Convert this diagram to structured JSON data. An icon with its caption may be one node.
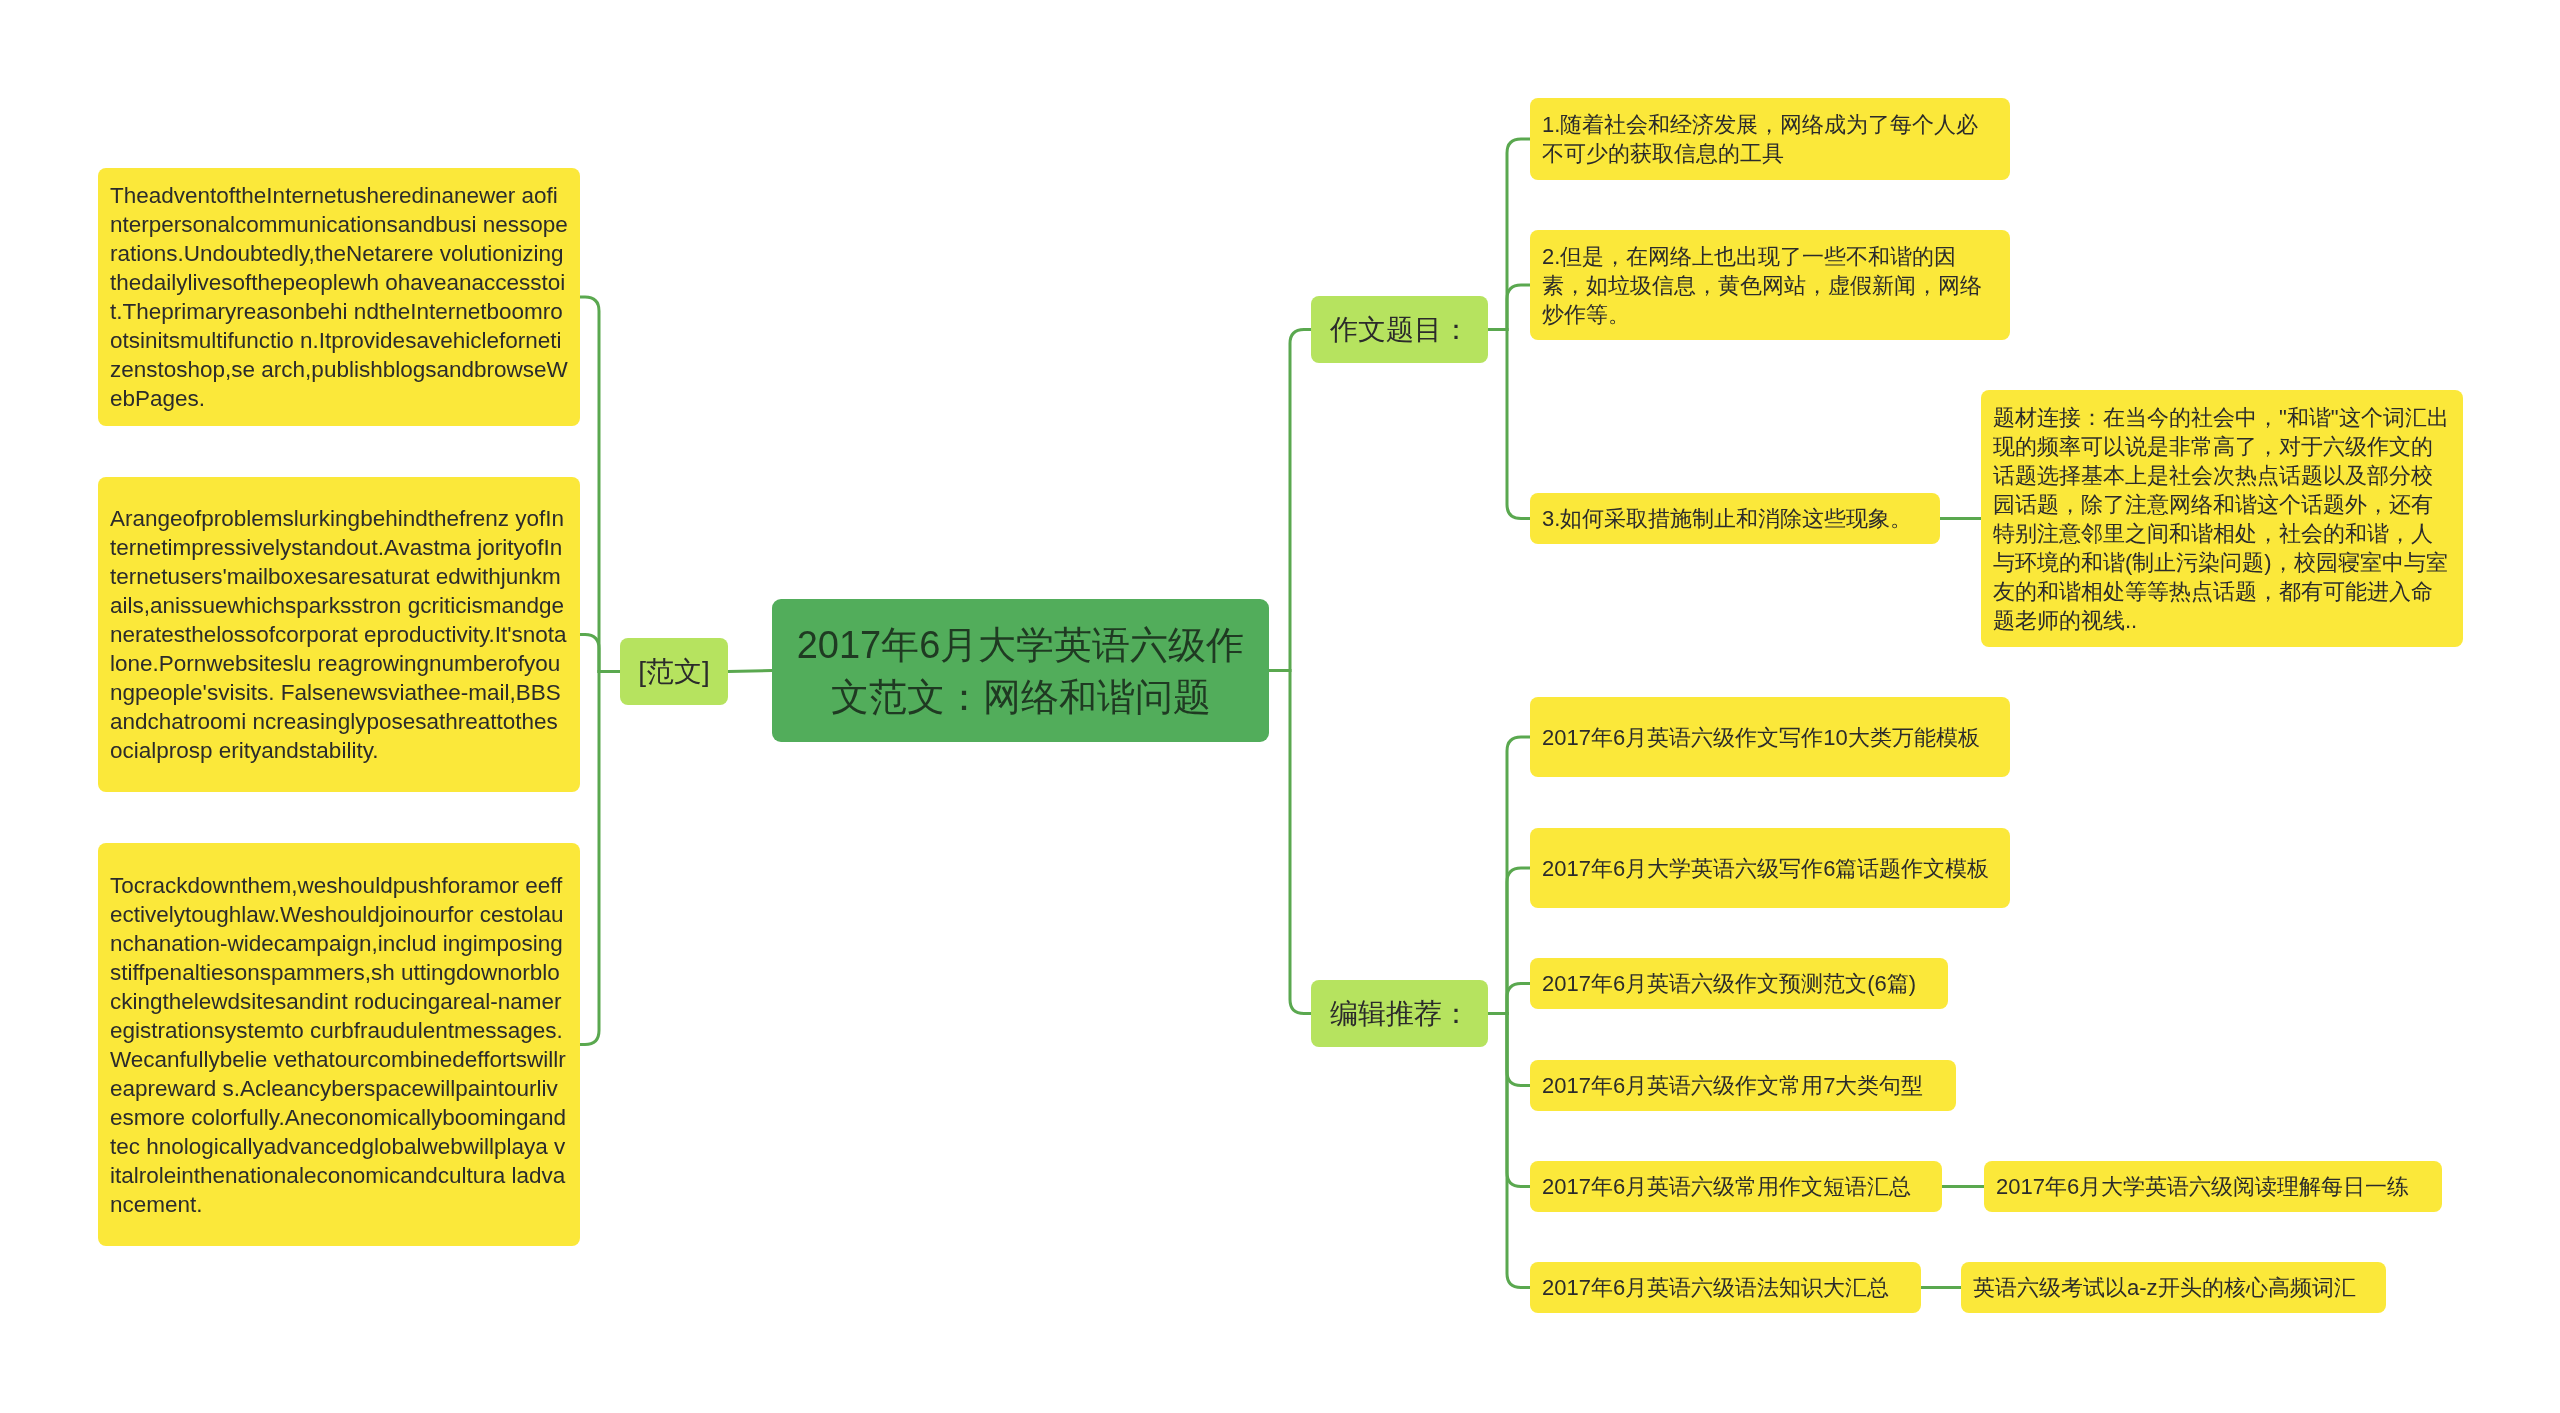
{
  "diagram": {
    "nodes": [
      {
        "text": [
          "2017年6月大学英语六级作文范文：网络和谐问题"
        ]
      },
      {
        "text": [
          "[范文]"
        ]
      },
      {
        "text": [
          "TheadventoftheInternetusheredinanewer aofinterpersonalcommunicationsandbusi nessoperations.Undoubtedly,theNetarere volutionizingthedailylivesofthepeoplewh ohaveanaccesstoit.Theprimaryreasonbehi ndtheInternetboomrootsinitsmultifunctio n.Itprovidesavehiclefornetizenstoshop,se arch,publishblogsandbrowseWebPages."
        ]
      },
      {
        "text": [
          "Arangeofproblemslurkingbehindthefrenz yofInternetimpressivelystandout.Avastma jorityofInternetusers'mailboxesaresaturat edwithjunkmails,anissuewhichsparksstron gcriticismandgeneratesthelossofcorporat eproductivity.It'snotalone.Pornwebsiteslu reagrowingnumberofyoungpeople'svisits. Falsenewsviathee-mail,BBSandchatroomi ncreasinglyposesathreattothesocialprosp erityandstability."
        ]
      },
      {
        "text": [
          "Tocrackdownthem,weshouldpushforamor eeffectivelytoughlaw.Weshouldjoinourfor cestolaunchanation-widecampaign,includ ingimposingstiffpenaltiesonspammers,sh uttingdownorblockingthelewdsitesandint roducingareal-nameregistrationsystemto curbfraudulentmessages.Wecanfullybelie vethatourcombinedeffortswillreapreward s.Acleancyberspacewillpaintourlivesmore colorfully.Aneconomicallyboomingandtec hnologicallyadvancedglobalwebwillplaya vitalroleinthenationaleconomicandcultura ladvancement."
        ]
      },
      {
        "text": [
          "作文题目："
        ]
      },
      {
        "text": [
          "1.随着社会和经济发展，网络成为了每个人必不可少的获取信息的工具"
        ]
      },
      {
        "text": [
          "2.但是，在网络上也出现了一些不和谐的因素，如垃圾信息，黄色网站，虚假新闻，网络炒作等。"
        ]
      },
      {
        "text": [
          "3.如何采取措施制止和消除这些现象。"
        ]
      },
      {
        "text": [
          "题材连接：在当今的社会中，\"和谐\"这个词汇出现的频率可以说是非常高了，对于六级作文的话题选择基本上是社会次热点话题以及部分校园话题，除了注意网络和谐这个话题外，还有特别注意邻里之间和谐相处，社会的和谐，人与环境的和谐(制止污染问题)，校园寝室中与室友的和谐相处等等热点话题，都有可能进入命题老师的视线.."
        ]
      },
      {
        "text": [
          "编辑推荐："
        ]
      },
      {
        "text": [
          "2017年6月英语六级作文写作10大类万能模板"
        ]
      },
      {
        "text": [
          "2017年6月大学英语六级写作6篇话题作文模板"
        ]
      },
      {
        "text": [
          "2017年6月英语六级作文预测范文(6篇)"
        ]
      },
      {
        "text": [
          "2017年6月英语六级作文常用7大类句型"
        ]
      },
      {
        "text": [
          "2017年6月英语六级常用作文短语汇总"
        ]
      },
      {
        "text": [
          "2017年6月大学英语六级阅读理解每日一练"
        ]
      },
      {
        "text": [
          "2017年6月英语六级语法知识大汇总"
        ]
      },
      {
        "text": [
          "英语六级考试以a-z开头的核心高频词汇"
        ]
      }
    ],
    "edges": [
      {
        "from": 0,
        "to": 1,
        "arrow": "none"
      },
      {
        "from": 1,
        "to": 2,
        "arrow": "none"
      },
      {
        "from": 1,
        "to": 3,
        "arrow": "none"
      },
      {
        "from": 1,
        "to": 4,
        "arrow": "none"
      },
      {
        "from": 0,
        "to": 5,
        "arrow": "none"
      },
      {
        "from": 5,
        "to": 6,
        "arrow": "none"
      },
      {
        "from": 5,
        "to": 7,
        "arrow": "none"
      },
      {
        "from": 5,
        "to": 8,
        "arrow": "none"
      },
      {
        "from": 8,
        "to": 9,
        "arrow": "none"
      },
      {
        "from": 0,
        "to": 10,
        "arrow": "none"
      },
      {
        "from": 10,
        "to": 11,
        "arrow": "none"
      },
      {
        "from": 10,
        "to": 12,
        "arrow": "none"
      },
      {
        "from": 10,
        "to": 13,
        "arrow": "none"
      },
      {
        "from": 10,
        "to": 14,
        "arrow": "none"
      },
      {
        "from": 10,
        "to": 15,
        "arrow": "none"
      },
      {
        "from": 15,
        "to": 16,
        "arrow": "none"
      },
      {
        "from": 10,
        "to": 17,
        "arrow": "none"
      },
      {
        "from": 17,
        "to": 18,
        "arrow": "none"
      }
    ]
  }
}
